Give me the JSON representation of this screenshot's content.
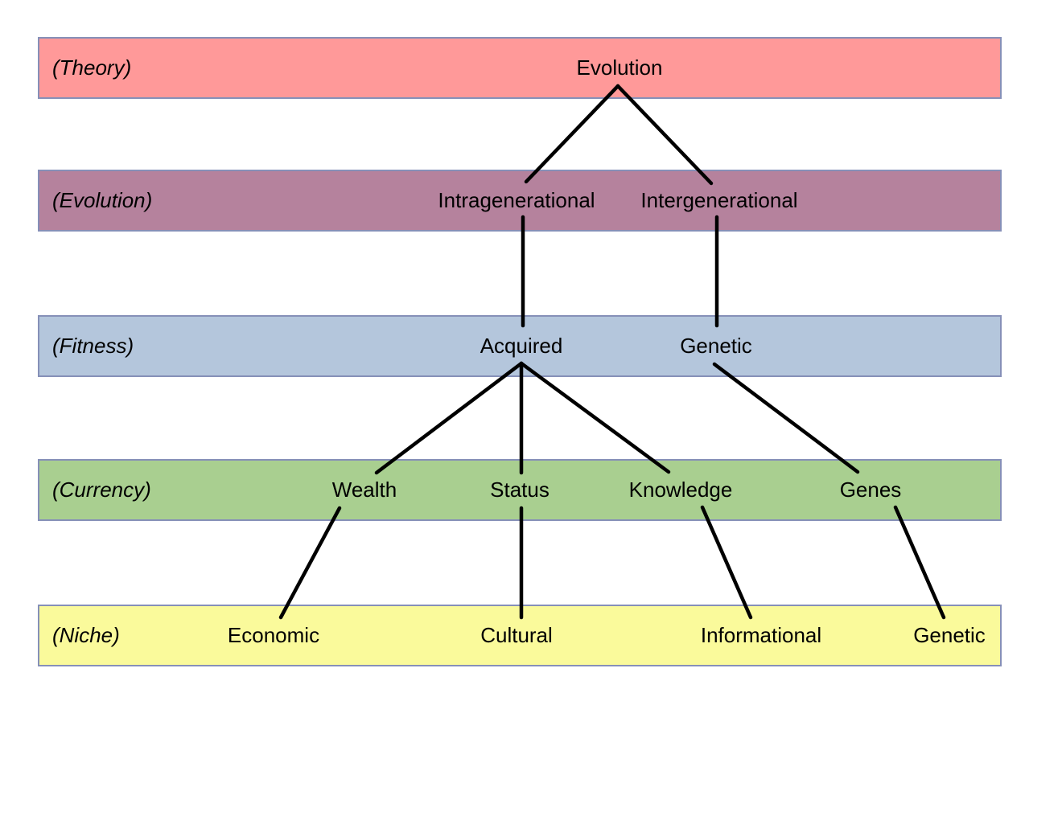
{
  "diagram": {
    "edge_color": "#000000",
    "band_border_color": "#8690b8",
    "rows": [
      {
        "label": "(Theory)",
        "band_color": "#ff9999",
        "nodes": [
          "Evolution"
        ]
      },
      {
        "label": "(Evolution)",
        "band_color": "#b5829d",
        "nodes": [
          "Intragenerational",
          "Intergenerational"
        ]
      },
      {
        "label": "(Fitness)",
        "band_color": "#b4c6dc",
        "nodes": [
          "Acquired",
          "Genetic"
        ]
      },
      {
        "label": "(Currency)",
        "band_color": "#a9cf90",
        "nodes": [
          "Wealth",
          "Status",
          "Knowledge",
          "Genes"
        ]
      },
      {
        "label": "(Niche)",
        "band_color": "#fafa9b",
        "nodes": [
          "Economic",
          "Cultural",
          "Informational",
          "Genetic"
        ]
      }
    ],
    "edges": [
      {
        "from": "Evolution",
        "to": "Intragenerational"
      },
      {
        "from": "Evolution",
        "to": "Intergenerational"
      },
      {
        "from": "Intragenerational",
        "to": "Acquired"
      },
      {
        "from": "Intergenerational",
        "to": "Genetic"
      },
      {
        "from": "Acquired",
        "to": "Wealth"
      },
      {
        "from": "Acquired",
        "to": "Status"
      },
      {
        "from": "Acquired",
        "to": "Knowledge"
      },
      {
        "from": "Genetic",
        "to": "Genes"
      },
      {
        "from": "Wealth",
        "to": "Economic"
      },
      {
        "from": "Status",
        "to": "Cultural"
      },
      {
        "from": "Knowledge",
        "to": "Informational"
      },
      {
        "from": "Genes",
        "to": "Genetic"
      }
    ]
  }
}
